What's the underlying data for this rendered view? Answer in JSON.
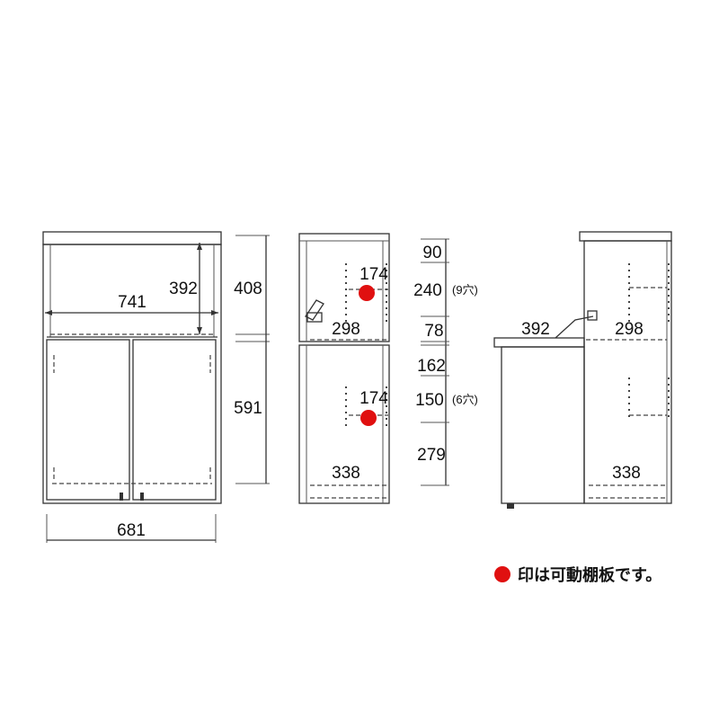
{
  "front_view": {
    "inner_width": "741",
    "upper_height": "392",
    "bottom_width": "681",
    "right_upper": "408",
    "right_lower": "591"
  },
  "side_view_closed": {
    "upper_depth": "298",
    "upper_shelf": "174",
    "lower_shelf": "174",
    "lower_depth": "338"
  },
  "height_column": {
    "h1": "90",
    "h2": "240",
    "h2_note": "(9穴)",
    "h3": "78",
    "h4": "162",
    "h5": "150",
    "h5_note": "(6穴)",
    "h6": "279"
  },
  "side_view_open": {
    "extension": "392",
    "upper_depth": "298",
    "lower_depth": "338"
  },
  "legend": {
    "text": "印は可動棚板です。",
    "marker_color": "#e01010"
  }
}
